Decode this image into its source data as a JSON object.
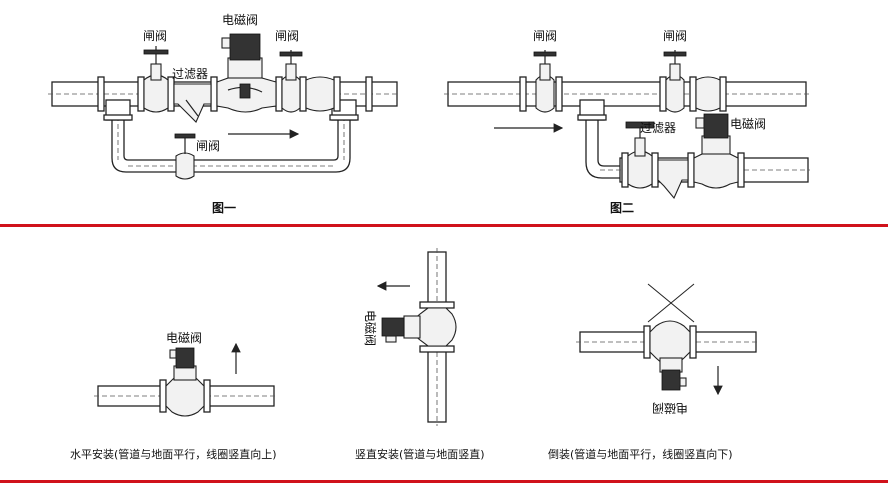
{
  "labels": {
    "gate_valve": "闸阀",
    "solenoid_valve": "电磁阀",
    "filter": "过滤器"
  },
  "figures": {
    "fig1": "图一",
    "fig2": "图二"
  },
  "captions": {
    "horizontal": "水平安装(管道与地面平行，线圈竖直向上)",
    "vertical": "竖直安装(管道与地面竖直)",
    "inverted": "倒装(管道与地面平行，线圈竖直向下)"
  },
  "colors": {
    "divider": "#d0121b",
    "line": "#222222"
  }
}
